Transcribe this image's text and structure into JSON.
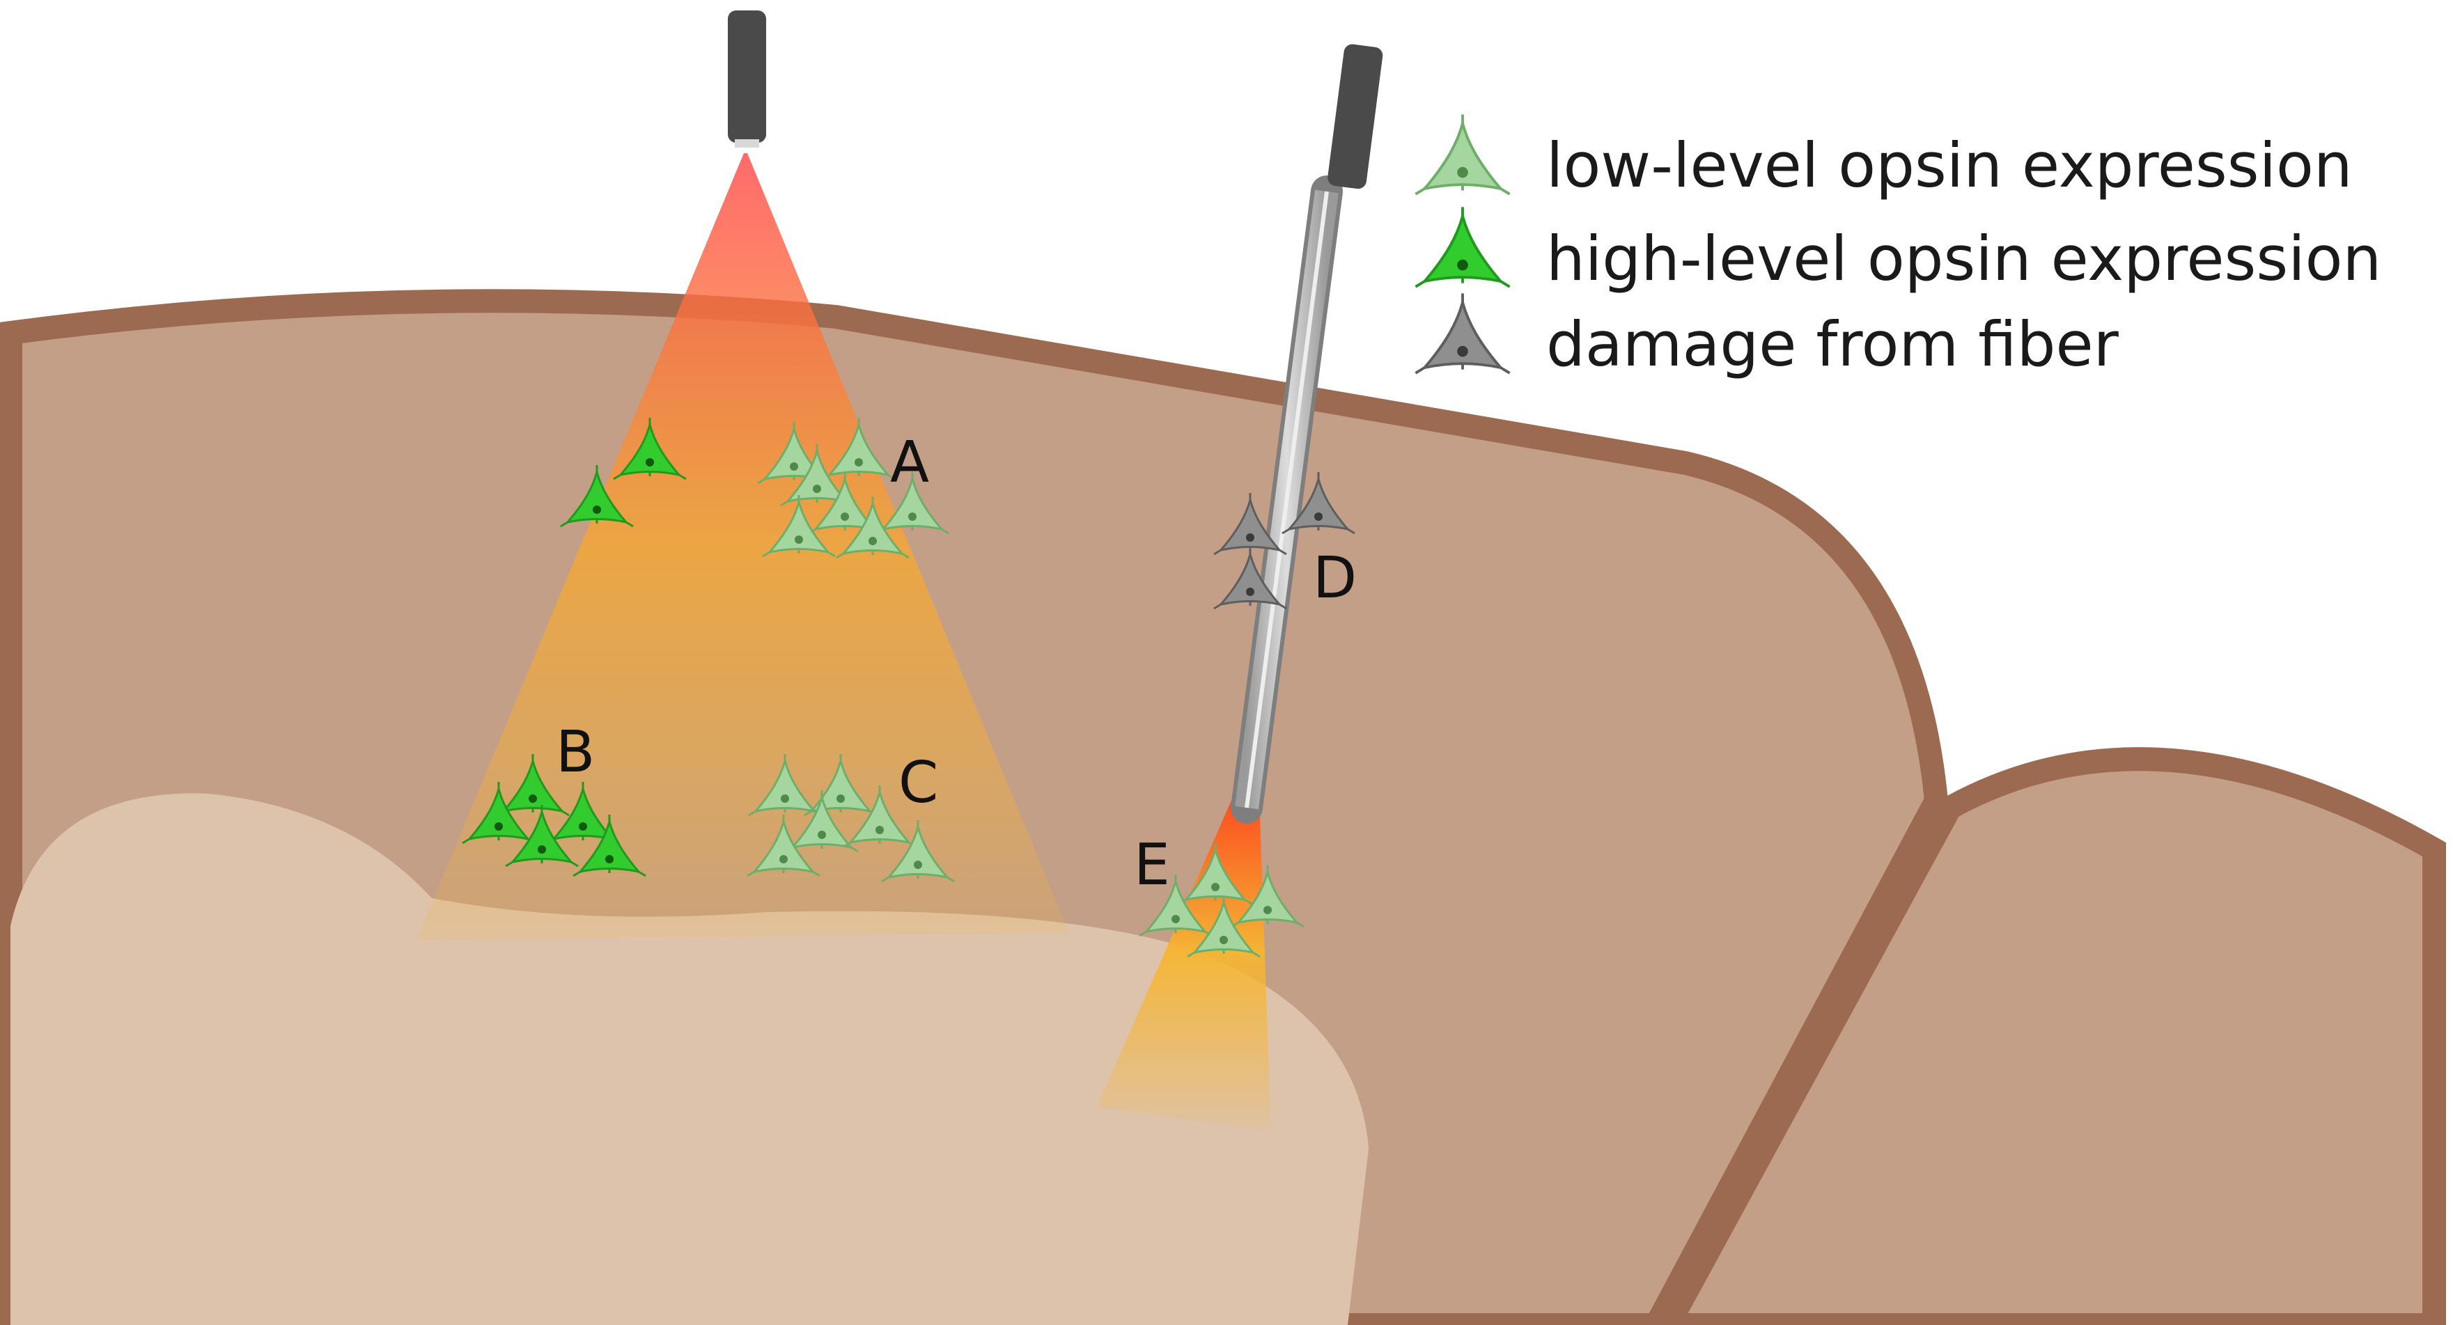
{
  "colors": {
    "brain_fill": "#c39f88",
    "brain_outline": "#9c6a50",
    "deep_fill": "#ddc3ab",
    "device": "#4a4a4a",
    "fiber_shaft": "#b8b8b8",
    "low_opsin": "#a6d6a0",
    "high_opsin": "#33cc2e",
    "damaged": "#8f8f8f",
    "light_top": "#ff4a4a",
    "light_bottom": "#f7b531"
  },
  "legend": [
    {
      "kind": "low",
      "label": "low-level opsin expression"
    },
    {
      "kind": "high",
      "label": "high-level opsin expression"
    },
    {
      "kind": "damage",
      "label": "damage from fiber"
    }
  ],
  "labels": {
    "a": "A",
    "b": "B",
    "c": "C",
    "d": "D",
    "e": "E"
  },
  "neuron_icon": "pyramidal-neuron-icon"
}
